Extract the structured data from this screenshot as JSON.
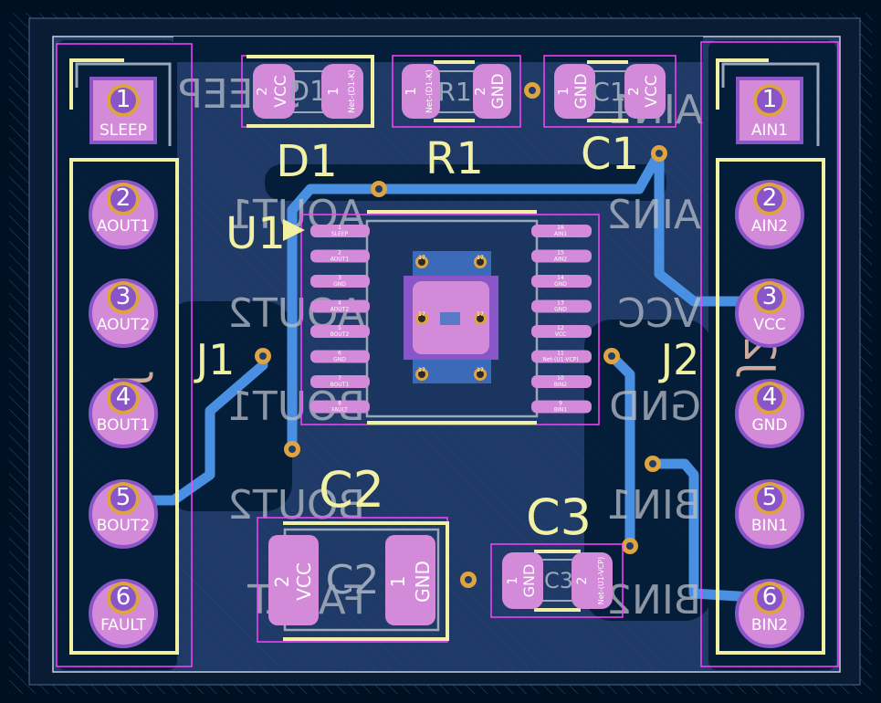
{
  "colors": {
    "background": "#001023",
    "copper": "#1f3a66",
    "trace": "#4a90e2",
    "silk": "#f1f0a3",
    "fab": "#ff3fff",
    "pad": "#d38ad9",
    "via": "#e0a43f",
    "ghost_text": "#c8c8c8",
    "bottom_silk": "#e7b9a8"
  },
  "j1": {
    "ref": "J1",
    "pins": [
      {
        "num": "1",
        "name": "SLEEP"
      },
      {
        "num": "2",
        "name": "AOUT1"
      },
      {
        "num": "3",
        "name": "AOUT2"
      },
      {
        "num": "4",
        "name": "BOUT1"
      },
      {
        "num": "5",
        "name": "BOUT2"
      },
      {
        "num": "6",
        "name": "FAULT"
      }
    ]
  },
  "j2": {
    "ref": "J2",
    "pins": [
      {
        "num": "1",
        "name": "AIN1"
      },
      {
        "num": "2",
        "name": "AIN2"
      },
      {
        "num": "3",
        "name": "VCC"
      },
      {
        "num": "4",
        "name": "GND"
      },
      {
        "num": "5",
        "name": "BIN1"
      },
      {
        "num": "6",
        "name": "BIN2"
      }
    ]
  },
  "d1": {
    "ref": "D1",
    "pad_left_num": "2",
    "pad_left_net": "VCC",
    "pad_right_num": "1",
    "pad_right_net": "Net-(D1-K)"
  },
  "r1": {
    "ref": "R1",
    "pad_left_num": "1",
    "pad_left_net": "Net-(D1-K)",
    "pad_right_num": "2",
    "pad_right_net": "GND"
  },
  "c1": {
    "ref": "C1",
    "pad_left_num": "1",
    "pad_left_net": "GND",
    "pad_right_num": "2",
    "pad_right_net": "VCC"
  },
  "c2": {
    "ref": "C2",
    "pad_left_num": "2",
    "pad_left_net": "VCC",
    "pad_right_num": "1",
    "pad_right_net": "GND"
  },
  "c3": {
    "ref": "C3",
    "pad_left_num": "1",
    "pad_left_net": "GND",
    "pad_right_num": "2",
    "pad_right_net": "Net-(U1-VCP)"
  },
  "u1": {
    "ref": "U1",
    "left_pins": [
      {
        "num": "1",
        "net": "SLEEP"
      },
      {
        "num": "2",
        "net": "AOUT1"
      },
      {
        "num": "3",
        "net": "GND"
      },
      {
        "num": "4",
        "net": "AOUT2"
      },
      {
        "num": "5",
        "net": "BOUT2"
      },
      {
        "num": "6",
        "net": "GND"
      },
      {
        "num": "7",
        "net": "BOUT1"
      },
      {
        "num": "8",
        "net": "FAULT"
      }
    ],
    "right_pins": [
      {
        "num": "16",
        "net": "AIN1"
      },
      {
        "num": "15",
        "net": "AIN2"
      },
      {
        "num": "14",
        "net": "GND"
      },
      {
        "num": "13",
        "net": "GND"
      },
      {
        "num": "12",
        "net": "VCC"
      },
      {
        "num": "11",
        "net": "Net-(U1-VCP)"
      },
      {
        "num": "10",
        "net": "BIN2"
      },
      {
        "num": "9",
        "net": "BIN1"
      }
    ],
    "thermal_pad_num": "17"
  },
  "back_labels": {
    "sleep": "SLEEP",
    "aout1": "AOUT1",
    "aout2": "AOUT2",
    "bout1": "BOUT1",
    "bout2": "BOUT2",
    "fault": "FAULT",
    "ain1": "AIN1",
    "ain2": "AIN2",
    "vcc": "VCC",
    "gnd": "GND",
    "bin1": "BIN1",
    "bin2": "BIN2"
  }
}
